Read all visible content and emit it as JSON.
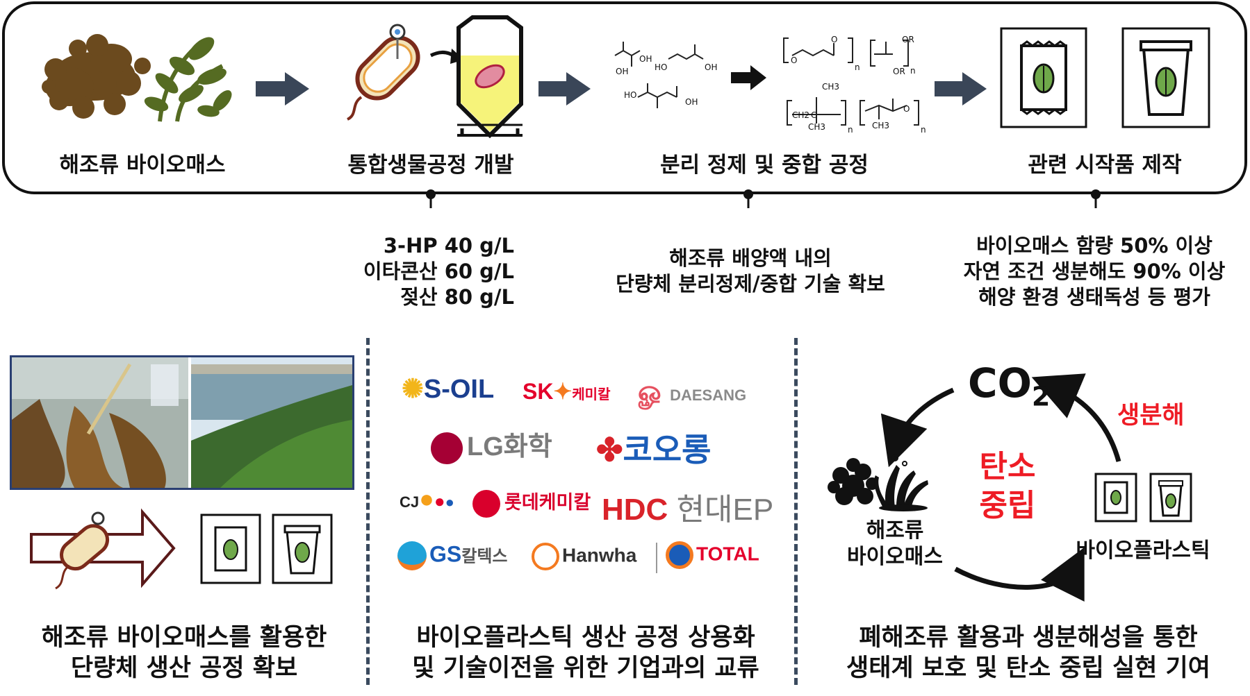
{
  "process": {
    "stages": [
      {
        "label": "해조류 바이오매스"
      },
      {
        "label": "통합생물공정 개발"
      },
      {
        "label": "분리 정제 및 중합 공정"
      },
      {
        "label": "관련 시작품 제작"
      }
    ],
    "chem_labels": {
      "oh1": "OH",
      "oh2": "OH",
      "ho1": "HO",
      "oh3": "OH",
      "ho2": "HO",
      "oh4": "OH",
      "o1": "O",
      "o2": "O",
      "o3": "O",
      "or1": "OR",
      "or2": "OR",
      "ch3a": "CH3",
      "ch3b": "CH3",
      "ch3c": "CH3",
      "ch2": "CH2",
      "c": "C",
      "n1": "n",
      "n2": "n",
      "n3": "n",
      "n4": "n"
    },
    "notes": {
      "stage2": [
        "3-HP 40 g/L",
        "이타콘산 60 g/L",
        "젖산 80 g/L"
      ],
      "stage3": [
        "해조류 배양액 내의",
        "단량체 분리정제/중합 기술 확보"
      ],
      "stage4": [
        "바이오매스 함량 50% 이상",
        "자연 조건 생분해도 90% 이상",
        "해양 환경 생태독성 등 평가"
      ]
    }
  },
  "panels": {
    "left_caption": [
      "해조류 바이오매스를 활용한",
      "단량체 생산 공정 확보"
    ],
    "middle_caption": [
      "바이오플라스틱 생산 공정 상용화",
      "및 기술이전을 위한 기업과의 교류"
    ],
    "right_caption": [
      "폐해조류 활용과 생분해성을 통한",
      "생태계 보호 및 탄소 중립 실현 기여"
    ]
  },
  "logos": {
    "soil": "S-OIL",
    "sk": "SK",
    "sk_sub": "케미칼",
    "daesang": "DAESANG",
    "lg": "LG화학",
    "kolon": "코오롱",
    "cj": "CJ",
    "lotte": "롯데케미칼",
    "hdc": "HDC",
    "hdc_sub": "현대EP",
    "gs": "GS",
    "gs_sub": "칼텍스",
    "hanwha": "Hanwha",
    "total": "TOTAL"
  },
  "cycle": {
    "co2": "CO",
    "co2_sub": "2",
    "biodeg": "생분해",
    "center": [
      "탄소",
      "중립"
    ],
    "algae": [
      "해조류",
      "바이오매스"
    ],
    "plastic": "바이오플라스틱"
  },
  "colors": {
    "arrow": "#3a4658",
    "algae_brown": "#6b4a1e",
    "algae_green": "#556b22",
    "red": "#ee1c25",
    "divider": "#3a4a5e",
    "photo_border": "#2a3f72"
  }
}
